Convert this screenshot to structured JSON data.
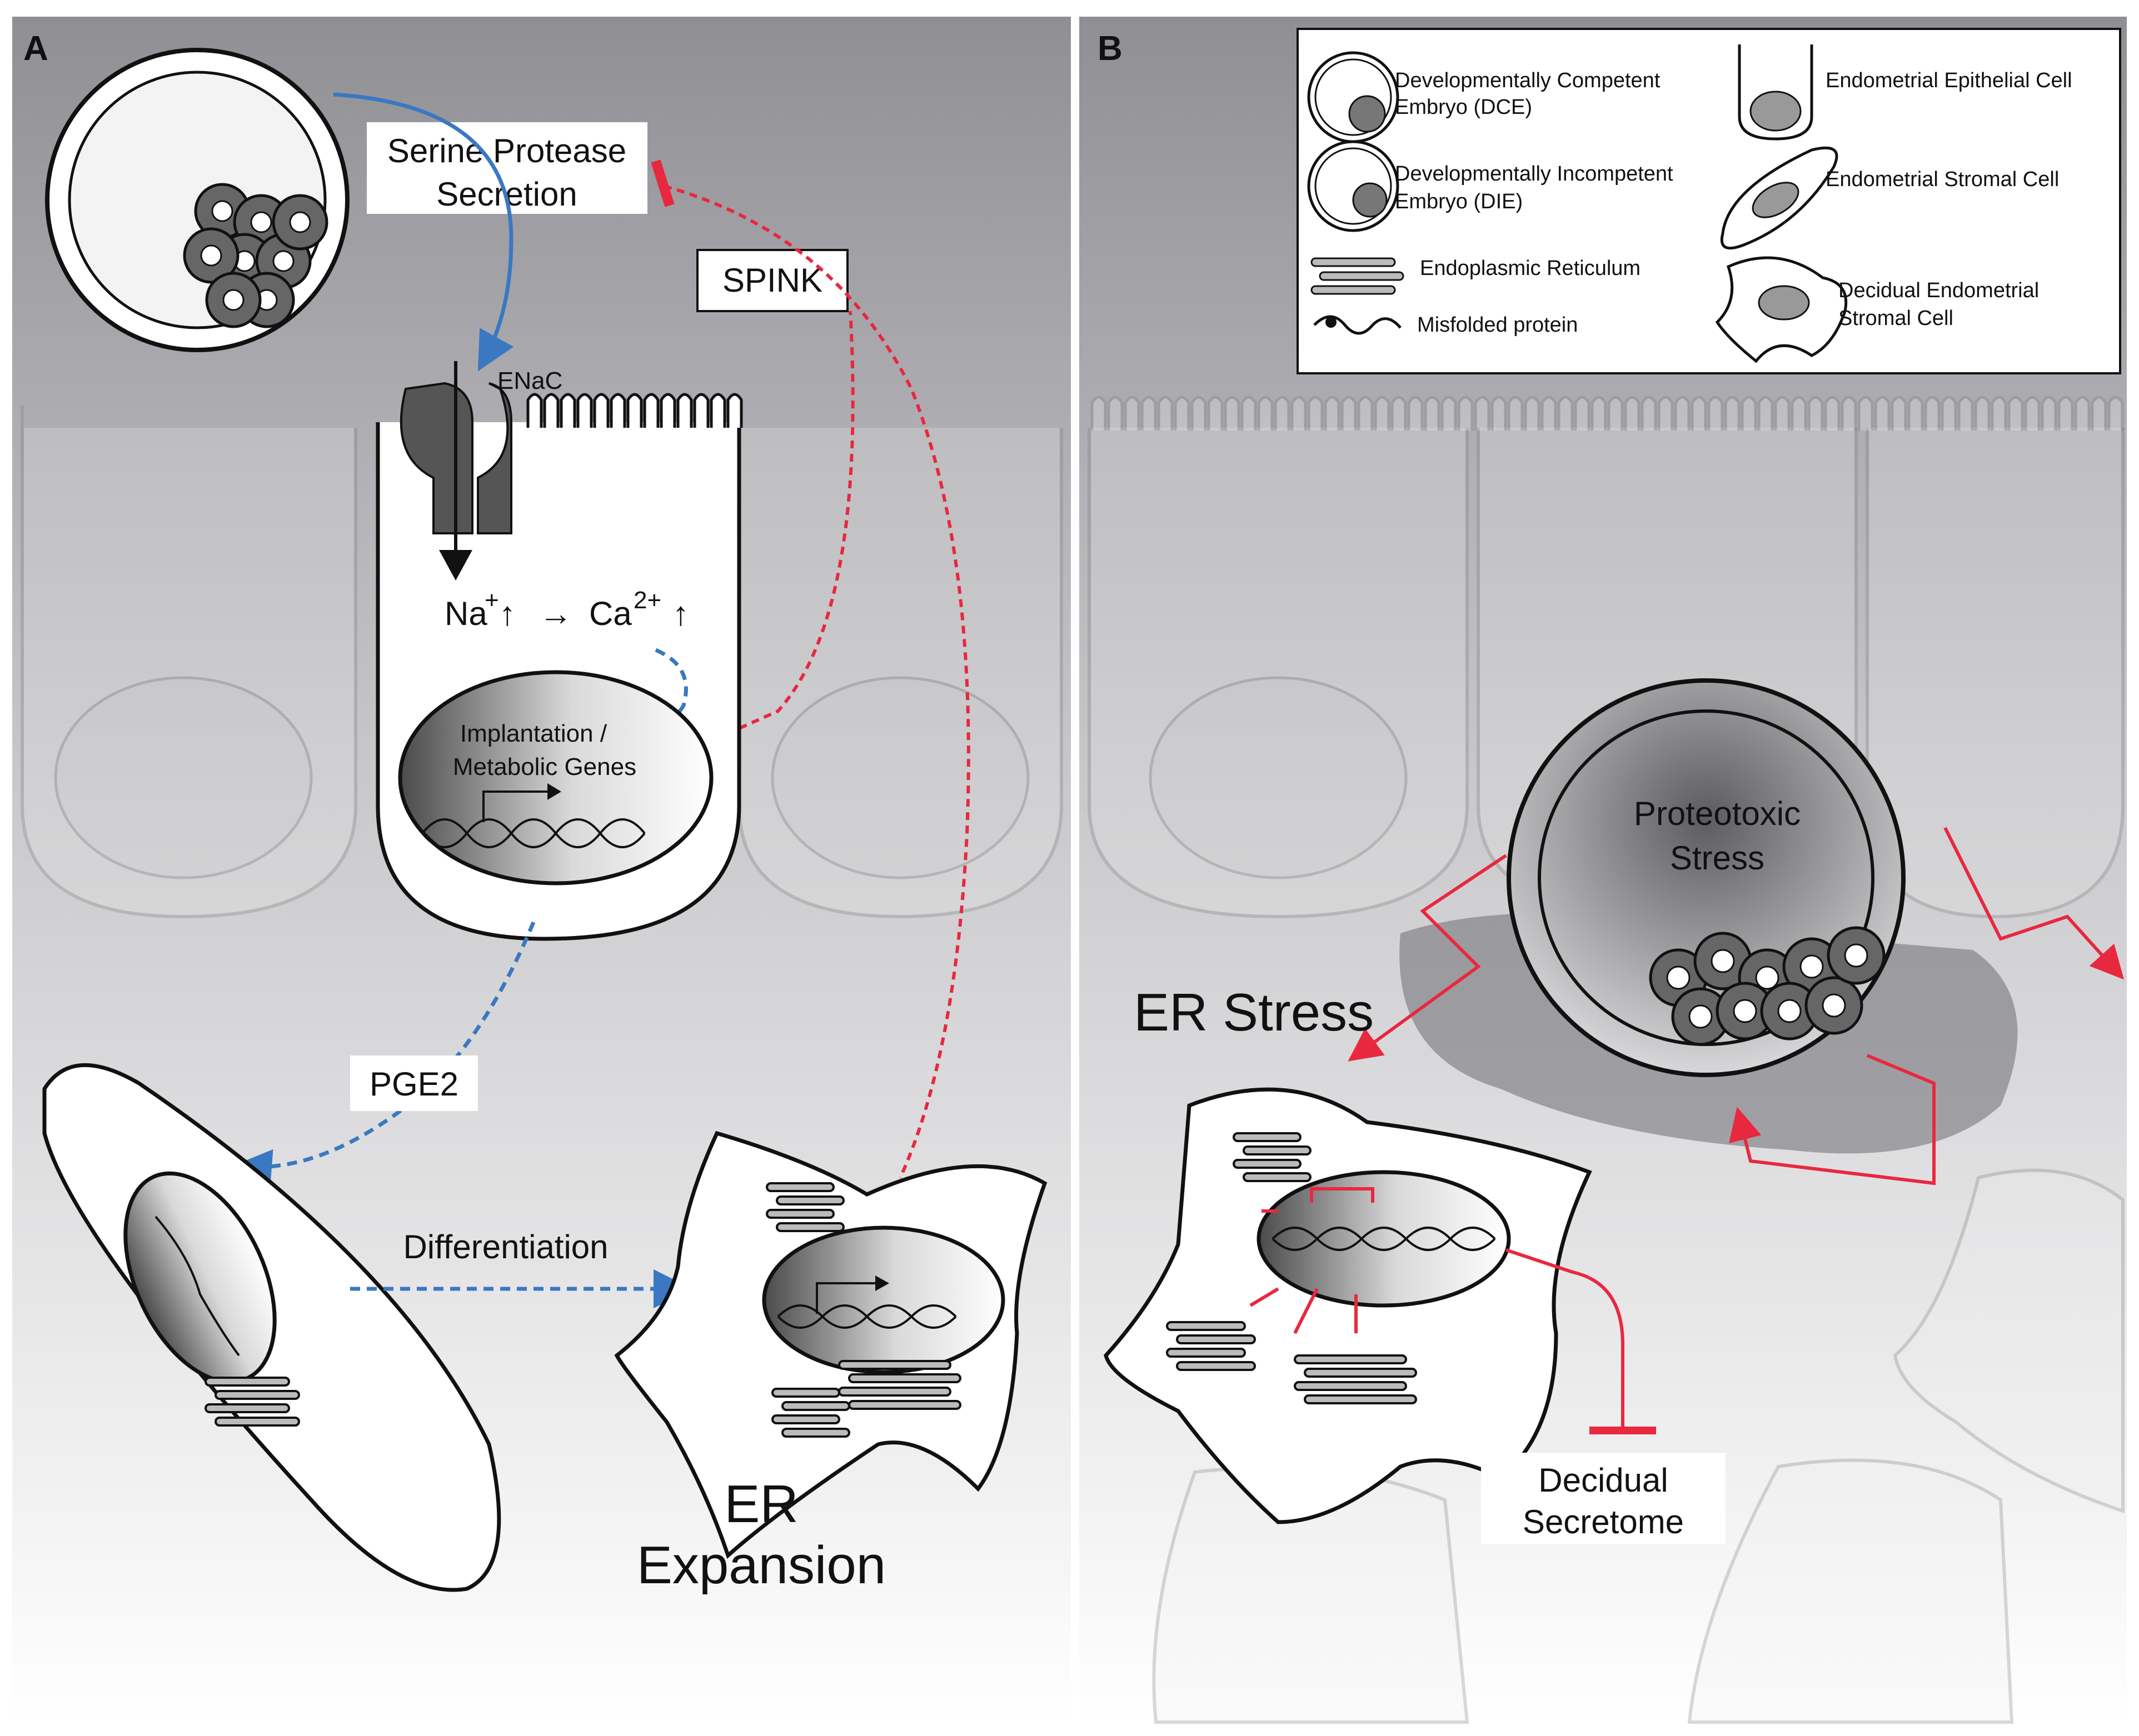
{
  "panels": {
    "a": {
      "letter": "A"
    },
    "b": {
      "letter": "B"
    }
  },
  "panel_a": {
    "serine_protease": [
      "Serine Protease",
      "Secretion"
    ],
    "spink": "SPINK",
    "enac": "ENaC",
    "ion_flux": {
      "na": "Na",
      "na_sup": "+",
      "arrow": "→",
      "ca": "Ca",
      "ca_sup": "2+",
      "up": "↑"
    },
    "genes": [
      "Implantation /",
      "Metabolic Genes"
    ],
    "pge2": "PGE2",
    "differentiation": "Differentiation",
    "er_expansion": [
      "ER",
      "Expansion"
    ]
  },
  "panel_b": {
    "proteotoxic": [
      "Proteotoxic",
      "Stress"
    ],
    "er_stress": "ER Stress",
    "decidual_secretome": [
      "Decidual",
      "Secretome"
    ]
  },
  "legend": {
    "dce": [
      "Developmentally Competent",
      "Embryo (DCE)"
    ],
    "die": [
      "Developmentally Incompetent",
      "Embryo (DIE)"
    ],
    "er": "Endoplasmic Reticulum",
    "misfolded": "Misfolded protein",
    "epithelial": "Endometrial Epithelial Cell",
    "stromal": "Endometrial Stromal Cell",
    "decidual": [
      "Decidual Endometrial",
      "Stromal Cell"
    ]
  },
  "colors": {
    "activation": "#3a78c2",
    "inhibition": "#e8283f",
    "panel_top": "#8f8f94",
    "panel_bottom": "#ffffff"
  }
}
